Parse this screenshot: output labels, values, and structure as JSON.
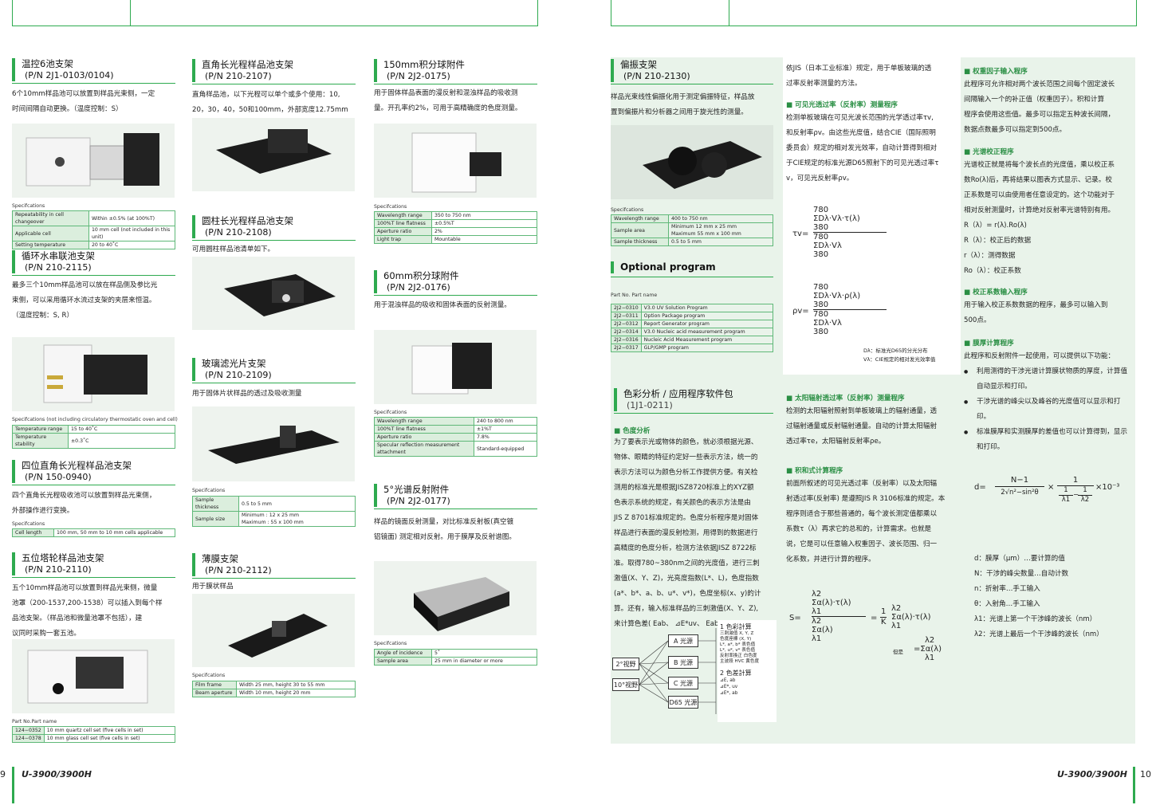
{
  "left": {
    "s1": {
      "title": "温控6池支架",
      "pn": "(P/N 2J1-0103/0104)",
      "desc": [
        "6个10mm样品池可以放置到样品光束侧，一定",
        "时间间隔自动更换。（温度控制：S）"
      ],
      "spec_label": "Specifcations",
      "spec": [
        [
          "Repeatability in cell changeover",
          "Within ±0.5% (at 100%T)"
        ],
        [
          "Applicable cell",
          "10 mm cell (not included in this unit)"
        ],
        [
          "Setting temperature",
          "20 to 40˚C"
        ]
      ]
    },
    "s2": {
      "title": "循环水串联池支架",
      "pn": "(P/N 210-2115)",
      "desc": [
        "最多三个10mm样品池可以放在样品侧及参比光",
        "束侧，可以采用循环水流过支架的夹层来恒温。",
        "（温度控制：S, R）"
      ],
      "spec_label": "Specifcations (not including circulatory thermostatic oven and cell)",
      "spec": [
        [
          "Temperature range",
          "15 to 40˚C"
        ],
        [
          "Temperature stability",
          "±0.3˚C"
        ]
      ]
    },
    "s3": {
      "title": "四位直角长光程样品池支架",
      "pn": "(P/N 150-0940)",
      "desc": [
        "四个直角长光程吸收池可以放置到样品光束侧，",
        "外部操作进行变换。"
      ],
      "spec_label": "Specifcations",
      "spec": [
        [
          "Cell length",
          "100 mm, 50 mm to 10 mm cells applicable"
        ]
      ]
    },
    "s4": {
      "title": "五位塔轮样品池支架",
      "pn": "(P/N 210-2110)",
      "desc": [
        "五个10mm样品池可以放置到样品光束侧，微量",
        "池罩（200-1537,200-1538）可以插入到每个样",
        "品池支架。（样品池和微量池罩不包括），建",
        "议同时采购一套五池。"
      ],
      "spec_label": "Part No.Part name",
      "spec": [
        [
          "124−0352",
          "10 mm quartz cell set (five cells in set)"
        ],
        [
          "124−0378",
          "10 mm glass cell set (five cells in set)"
        ]
      ]
    },
    "s5": {
      "title": "直角长光程样品池支架",
      "pn": "(P/N 210-2107)",
      "desc": [
        "直角样品池，以下光程可以单个或多个使用：10,",
        "20，30，40，50和100mm，外部宽度12.75mm"
      ]
    },
    "s6": {
      "title": "圆柱长光程样品池支架",
      "pn": "(P/N 210-2108)",
      "desc": [
        "可用圆柱样品池清单如下。"
      ]
    },
    "s7": {
      "title": "玻璃滤光片支架",
      "pn": "(P/N 210-2109)",
      "desc": [
        "用于固体片状样品的透过及吸收测量"
      ],
      "spec_label": "Specifcations",
      "spec": [
        [
          "Sample thickness",
          "0.5 to 5 mm"
        ],
        [
          "Sample size",
          "Minimum : 12 x 25 mm\nMaximum : 55 x 100 mm"
        ]
      ]
    },
    "s8": {
      "title": "薄膜支架",
      "pn": "(P/N 210-2112)",
      "desc": [
        "用于膜状样品"
      ],
      "spec_label": "Specifcations",
      "spec": [
        [
          "Film frame",
          "Width 25 mm, height 30 to 55 mm"
        ],
        [
          "Beam aperture",
          "Width 10 mm, height 20 mm"
        ]
      ]
    },
    "s9": {
      "title": "150mm积分球附件",
      "pn": "(P/N 2J2-0175)",
      "desc": [
        "用于固体样品表面的漫反射和混浊样品的吸收测",
        "量。开孔率约2%，可用于高精确度的色度测量。"
      ],
      "spec_label": "Specifcations",
      "spec": [
        [
          "Wavelength range",
          "350 to 750 nm"
        ],
        [
          "100%T line flatness",
          "±0.5%T"
        ],
        [
          "Aperture ratio",
          "2%"
        ],
        [
          "Light trap",
          "Mountable"
        ]
      ]
    },
    "s10": {
      "title": "60mm积分球附件",
      "pn": "(P/N 2J2-0176)",
      "desc": [
        "用于混浊样品的吸收和固体表面的反射测量。"
      ],
      "spec_label": "Specifcations",
      "spec": [
        [
          "Wavelength range",
          "240 to 800 nm"
        ],
        [
          "100%T line flatness",
          "±1%T"
        ],
        [
          "Aperture ratio",
          "7.8%"
        ],
        [
          "Specular reflection measurement attachment",
          "Standard-equipped"
        ]
      ]
    },
    "s11": {
      "title": "5°光谱反射附件",
      "pn": "(P/N 2J2-0177)",
      "desc": [
        "样品的镜面反射测量，对比标准反射板(真空镀",
        "铝镜面) 测定相对反射。用于膜厚及反射谱图。"
      ],
      "spec_label": "Specifcations",
      "spec": [
        [
          "Angle of incidence",
          "5˚"
        ],
        [
          "Sample area",
          "25 mm in diameter or more"
        ]
      ]
    },
    "footer": "U-3900/3900H",
    "page": "9"
  },
  "right": {
    "pol": {
      "title": "偏振支架",
      "pn": "(P/N 210-2130)",
      "desc": [
        "样品光束线性偏振化用于测定偏振特征，样品放",
        "置到偏振片和分析器之间用于旋光性的测量。"
      ],
      "spec_label": "Specifcations",
      "spec": [
        [
          "Wavelength range",
          "400 to 750 nm"
        ],
        [
          "Sample area",
          "Minimum 12 mm x 25 mm\nMaximum 55 mm x 100 mm"
        ],
        [
          "Sample thickness",
          "0.5 to 5 mm"
        ]
      ]
    },
    "opt": {
      "title": "Optional program",
      "header": "Part No.  Part name",
      "rows": [
        [
          "2J2−0310",
          "V3.0 UV Solution Program"
        ],
        [
          "2J2−0311",
          "Option  Package  program"
        ],
        [
          "2J2−0312",
          "Report  Generator  program"
        ],
        [
          "2J2−0314",
          "V3.0 Nucleic acid measurement program"
        ],
        [
          "2J2−0316",
          "Nucleic  Acid  Measurement  program"
        ],
        [
          "2J2−0317",
          "GLP/GMP  program"
        ]
      ]
    },
    "color": {
      "title": "色彩分析 / 应用程序软件包",
      "pn": "(1J1-0211)",
      "sub": "■  色度分析",
      "lines": [
        "为了要表示光或物体的颜色，就必须根据光源、",
        "物体、眼睛的特征约定好一些表示方法，统一的",
        "表示方法可以为颜色分析工作提供方便。有关检",
        "测用的标准光是根据JISZ8720标准上的XYZ额",
        "色表示系统的规定，有关颜色的表示方法是由",
        "JIS Z 8701标准规定的。色度分析程序是对固体",
        "样品进行表面的漫反射检测，用得到的数据进行",
        "高精度的色度分析，检测方法依据JISZ  8722标",
        "准。取得780~380nm之间的光度值，进行三刺",
        "激值(X、Y、Z)，光亮度指数(L*、L)，色度指数",
        "(a*、b*、a、b、u*、v*)，色度坐标(x、y)的计",
        "算。还有，输入标准样品的三刺激值(X、Y、Z),",
        "来计算色差( Eab、 ⊿E*uv、 Eab)。"
      ]
    },
    "diagram": {
      "views": [
        "2°视野",
        "10°视野"
      ],
      "sources": [
        "A 光源",
        "B 光源",
        "C 光源",
        "D65 光源"
      ],
      "calc1_title": "1 色彩計算",
      "calc1": [
        "三刺激值 X, Y, Z",
        "色度座標  (X, Y)",
        "L*, a*, b* 表色值",
        "L*, u*, v* 表色值",
        "反射率換正  白色度",
        "主波段 HVC 黄色度"
      ],
      "calc2_title": "2 色差計算",
      "calc2": [
        "⊿E, ab",
        "⊿E*, uv",
        "⊿E*, ab"
      ]
    },
    "col2": {
      "intro": [
        "依JIS（日本工业标准）规定，用于单板玻璃的透",
        "过率反射率测量的方法。"
      ],
      "vis_sub": "■  可见光透过率（反射率）测量程序",
      "vis": [
        "检测单板玻璃在可见光波长范围的光学透过率τv,",
        "和反射率ρv。由这些光度值，结合CIE（国际照明",
        "委员会）规定的相对发光效率，自动计算得到相对",
        "于CIE规定的标准光源D65照射下的可见光透过率τ",
        "v，可见光反射率ρv。"
      ],
      "f_tau_left": "τv=",
      "f_rho_left": "ρv=",
      "f_top": "780",
      "f_bot": "380",
      "f_num_tau": "ΣDλ·Vλ·τ(λ)",
      "f_num_rho": "ΣDλ·Vλ·ρ(λ)",
      "f_den": "ΣDλ·Vλ",
      "f_note": [
        "Dλ：标准光D65的分光分布",
        "Vλ：CIE规定的相对发光效率值"
      ],
      "solar_sub": "■  太阳辐射透过率（反射率）测量程序",
      "solar": [
        "检测的太阳辐射照射到单板玻璃上的辐射通量，透",
        "过辐射通量或反射辐射通量。自动的计算太阳辐射",
        "透过率τe，太阳辐射反射率ρe。"
      ],
      "int_sub": "■  积和式计算程序",
      "int": [
        "前面所叙述的可见光透过率（反射率）以及太阳辐",
        "射透过率(反射率) 是遵照JIS R 3106标准的规定。本",
        "程序则适合于那些普通的，每个波长测定值都乘以",
        "系数τ（λ）再求它的总和的，计算需求。也就是",
        "说，它是可以任意输入权重因子、波长范围、归一",
        "化系数，并进行计算的程序。"
      ],
      "s_formula": {
        "s": "S=",
        "lam2": "λ2",
        "lam1": "λ1",
        "num": "Σα(λ)·τ(λ)",
        "den": "Σα(λ)",
        "eq": "=",
        "k": "1",
        "kd": "K",
        "but": "但是",
        "k_eq": "=Σα(λ)"
      }
    },
    "col3": {
      "w_sub": "■  权重因子输入程序",
      "w": [
        "此程序可允许相对两个波长范围之间每个固定波长",
        "间隔输入一个的补正值（权重因子）。积和计算",
        "程序会使用这些值。最多可以指定五种波长间隔，",
        "数据点数最多可以指定到500点。"
      ],
      "c_sub": "■  光谱校正程序",
      "c": [
        "光谱校正就是将每个波长点的光度值，乘以校正系",
        "数Ro(λ)后，再将结果以图表方式显示、记录。校",
        "正系数是可以由使用者任意设定的。这个功能对于",
        "相对反射测量时，计算绝对反射率光谱特别有用。",
        "R（λ）= r(λ).Ro(λ)",
        "R（λ）：校正后的数据",
        "r（λ）：测得数据",
        "Ro（λ）：校正系数"
      ],
      "i_sub": "■  校正系数输入程序",
      "i": [
        "用于输入校正系数数据的程序，最多可以输入到",
        "500点。"
      ],
      "t_sub": "■  膜厚计算程序",
      "t_intro": "此程序和反射附件一起使用，可以提供以下功能：",
      "t_bullets": [
        "利用测得的干涉光谱计算膜状物质的厚度，计算值自动显示和打印。",
        "干涉光谱的峰尖以及峰谷的光度值可以显示和打印。",
        "标准膜厚和实测膜厚的差值也可以计算得到，显示和打印。"
      ],
      "d_formula": {
        "d": "d=",
        "n_num": "N−1",
        "n_den": "2√n²−sin²θ",
        "x": "×",
        "one": "1",
        "l1": "1",
        "lam1": "λ1",
        "l2": "1",
        "lam2": "λ2",
        "tail": "×10⁻³"
      },
      "defs": [
        "d：膜厚（μm）…要计算的值",
        "N：干涉的峰尖数量…自动计数",
        "n：折射率…手工输入",
        "θ：入射角…手工输入",
        "λ1：光谱上第一个干涉峰的波长（nm）",
        "λ2：光谱上最后一个干涉峰的波长（nm）"
      ]
    },
    "footer": "U-3900/3900H",
    "page": "10"
  },
  "colors": {
    "accent": "#2eaa4f",
    "panel": "#e9f3ea"
  }
}
